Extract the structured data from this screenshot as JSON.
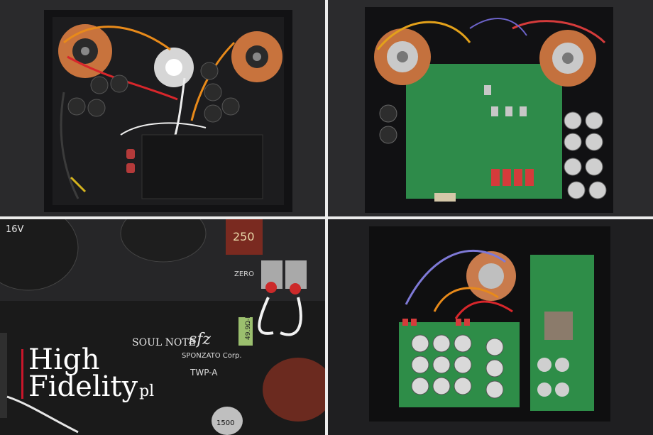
{
  "watermark": {
    "line1": "High",
    "line2": "Fidelity",
    "suffix": "pl",
    "bar_color": "#c8162a"
  },
  "panels": [
    {
      "name": "chassis-interior-top-left",
      "palette": {
        "chassis": "#121214",
        "board": "#1c1c1e",
        "copper": "#c8733d",
        "wire_red": "#d8262b",
        "wire_orange": "#e88a1a",
        "wire_white": "#eeeeee"
      }
    },
    {
      "name": "chassis-interior-top-right",
      "palette": {
        "chassis": "#111113",
        "board": "#2e8b4a",
        "copper": "#c4713e",
        "relay": "#d53b3b"
      }
    },
    {
      "name": "pcb-closeup-bottom-left",
      "palette": {
        "board": "#1a1a1a",
        "cap_brown": "#6b2a1f",
        "resistor": "#9bbf6e"
      }
    },
    {
      "name": "power-supply-bottom-right",
      "palette": {
        "chassis": "#0f0f10",
        "board": "#2e8d48",
        "copper": "#c97b4c",
        "transformer": "#8b7b6b"
      }
    }
  ],
  "pcb_text": {
    "brand_logo": "SOUL NOTE",
    "sfz_logo": "sfz",
    "sponzato": "SPONZATO Corp.",
    "model": "TWP-A",
    "resistor_value": "49.9Ω-F",
    "zero": "ZERO",
    "cap_value_1": "250",
    "cap_value_2": "1500",
    "cap_voltage": "16V"
  }
}
